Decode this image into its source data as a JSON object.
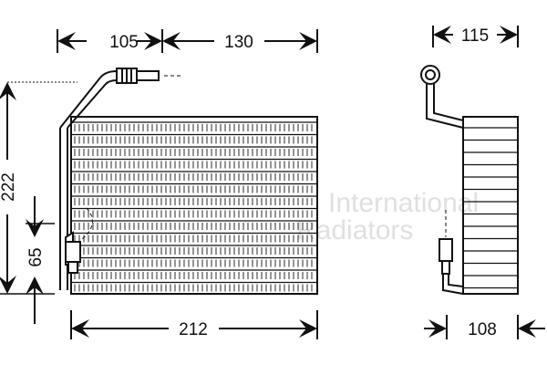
{
  "drawing": {
    "subject": "evaporator",
    "dimensions": {
      "top_left": "105",
      "top_right": "130",
      "height_total": "222",
      "height_lower": "65",
      "width_bottom": "212",
      "side_top": "115",
      "side_bottom": "108"
    },
    "watermark": [
      "International",
      "Radiators"
    ],
    "line_color": "#111111"
  }
}
